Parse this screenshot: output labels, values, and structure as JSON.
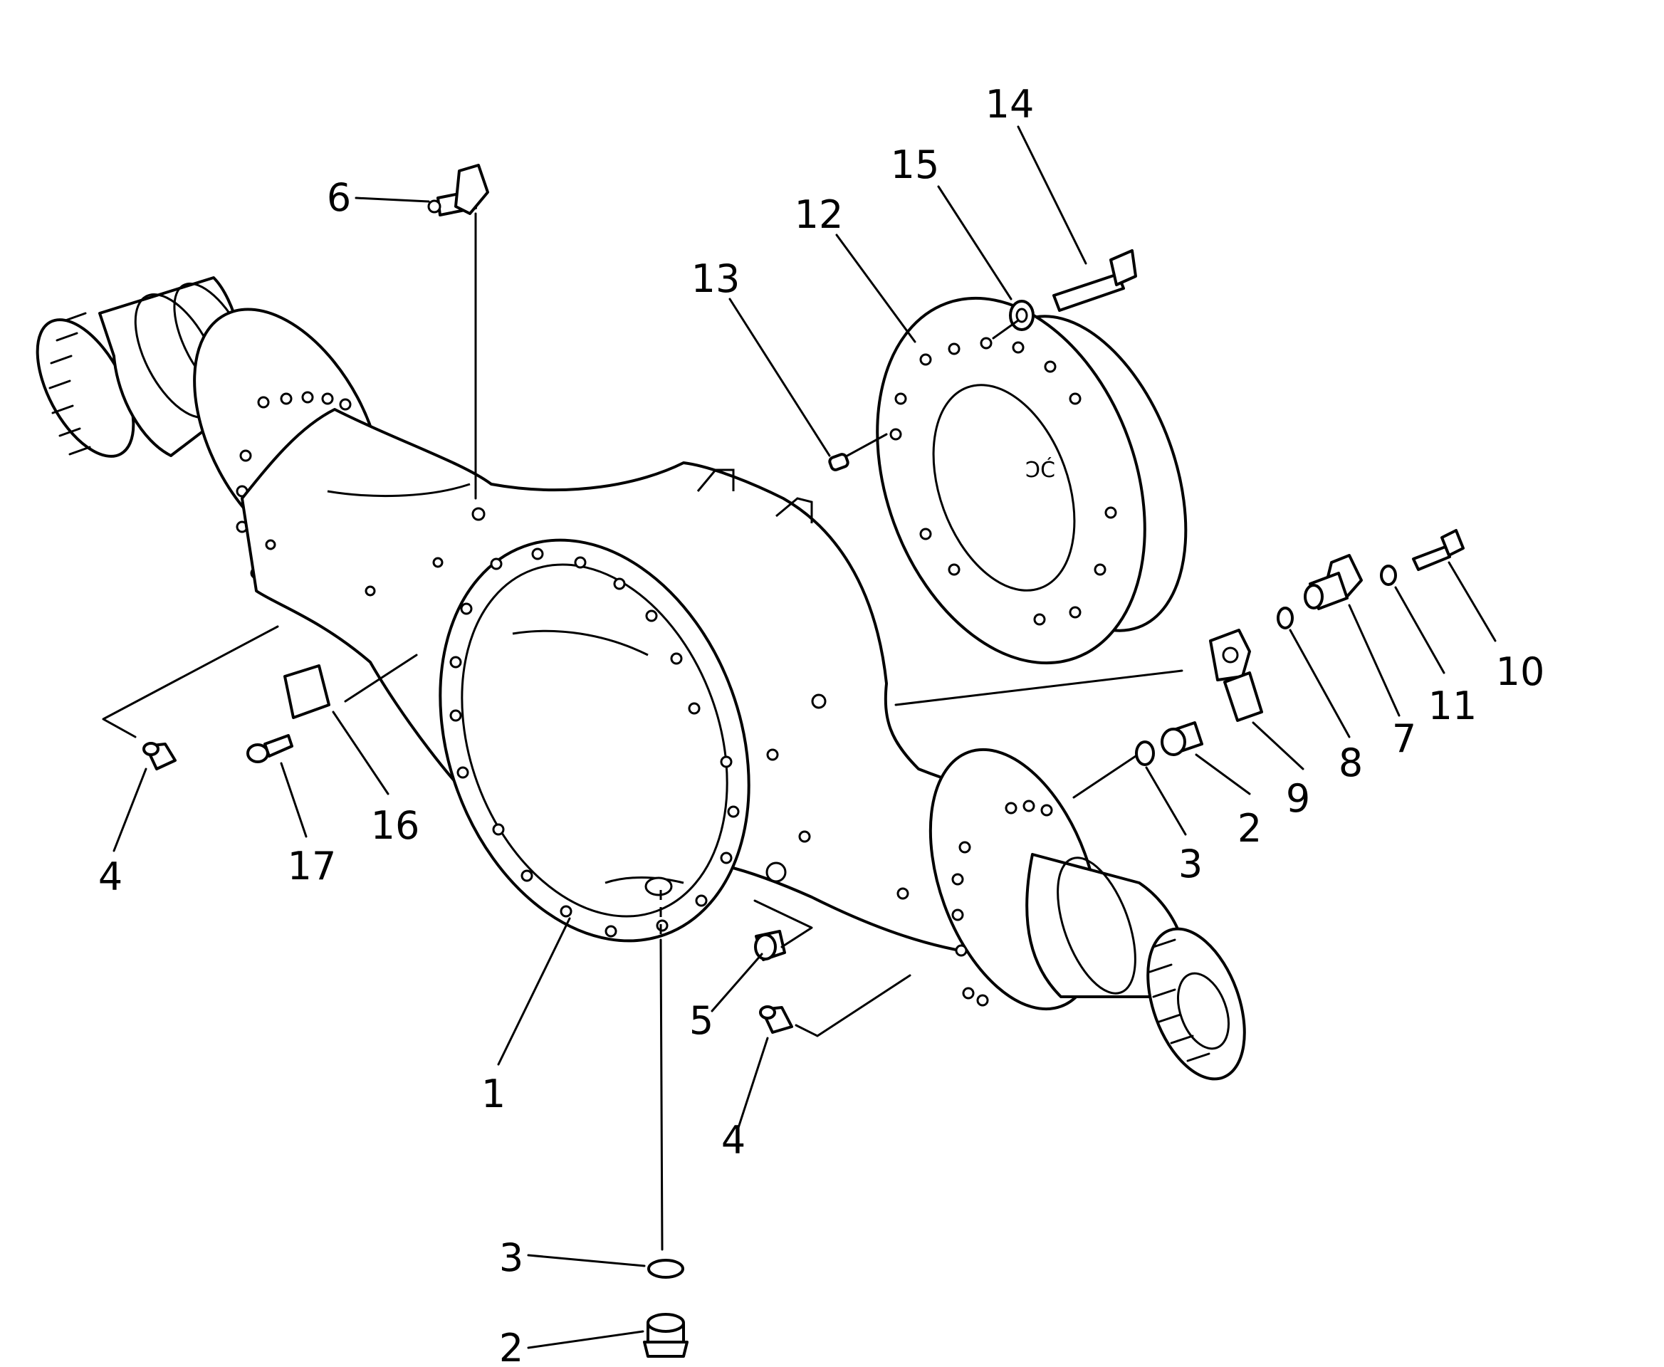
{
  "diagram": {
    "callouts": [
      {
        "id": "c1",
        "text": "1"
      },
      {
        "id": "c2a",
        "text": "2"
      },
      {
        "id": "c2b",
        "text": "2"
      },
      {
        "id": "c3a",
        "text": "3"
      },
      {
        "id": "c3b",
        "text": "3"
      },
      {
        "id": "c4a",
        "text": "4"
      },
      {
        "id": "c4b",
        "text": "4"
      },
      {
        "id": "c5",
        "text": "5"
      },
      {
        "id": "c6",
        "text": "6"
      },
      {
        "id": "c7",
        "text": "7"
      },
      {
        "id": "c8",
        "text": "8"
      },
      {
        "id": "c9",
        "text": "9"
      },
      {
        "id": "c10",
        "text": "10"
      },
      {
        "id": "c11",
        "text": "11"
      },
      {
        "id": "c12",
        "text": "12"
      },
      {
        "id": "c13",
        "text": "13"
      },
      {
        "id": "c14",
        "text": "14"
      },
      {
        "id": "c15",
        "text": "15"
      },
      {
        "id": "c16",
        "text": "16"
      },
      {
        "id": "c17",
        "text": "17"
      }
    ]
  }
}
